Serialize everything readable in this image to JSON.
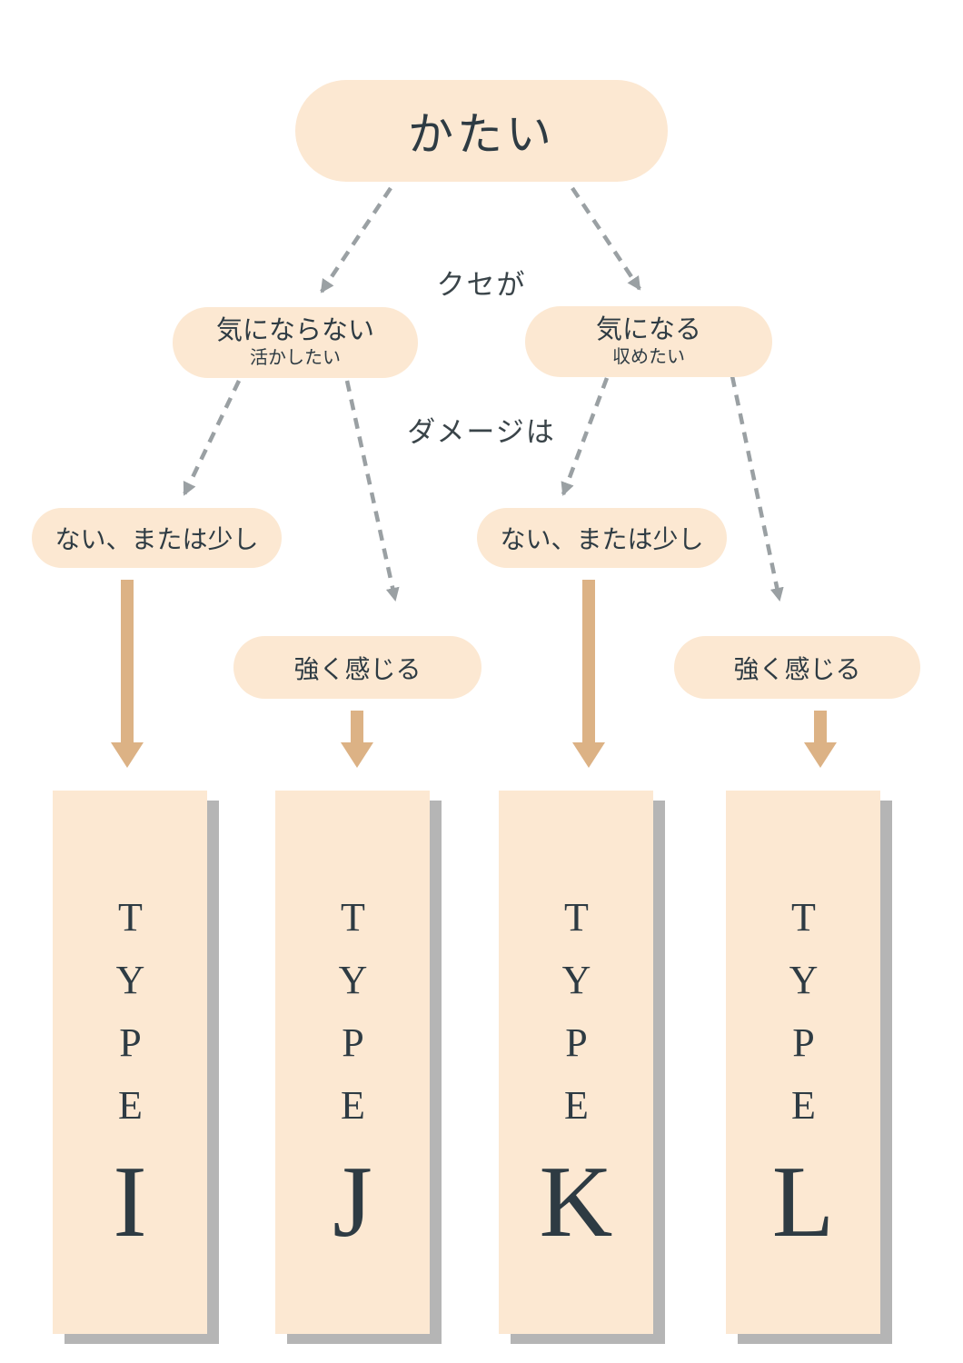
{
  "colors": {
    "pill-bg": "#fce8d2",
    "column-bg": "#fce8d2",
    "shadow": "#b5b5b5",
    "text-dark": "#2e3b43",
    "arrow-gray": "#9aa0a3",
    "arrow-tan": "#dcb285",
    "bg": "#ffffff"
  },
  "root": {
    "label": "かたい"
  },
  "questions": {
    "q1": "クセが",
    "q2": "ダメージは"
  },
  "branches": [
    {
      "label": "気にならない",
      "sub": "活かしたい"
    },
    {
      "label": "気になる",
      "sub": "収めたい"
    }
  ],
  "leaves": [
    {
      "label": "ない、または少し"
    },
    {
      "label": "強く感じる"
    },
    {
      "label": "ない、または少し"
    },
    {
      "label": "強く感じる"
    }
  ],
  "types": [
    {
      "word": "TYPE",
      "letter": "I"
    },
    {
      "word": "TYPE",
      "letter": "J"
    },
    {
      "word": "TYPE",
      "letter": "K"
    },
    {
      "word": "TYPE",
      "letter": "L"
    }
  ]
}
